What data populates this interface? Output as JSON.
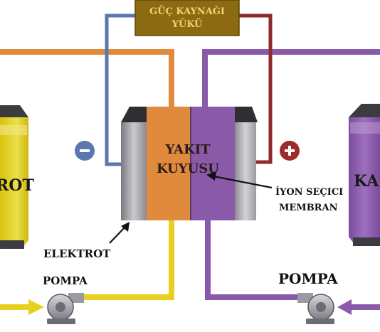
{
  "power_supply": {
    "label_line1": "GÜÇ KAYNAĞI",
    "label_line2": "YÜKÜ"
  },
  "terminals": {
    "negative_symbol": "−",
    "positive_symbol": "+"
  },
  "cell": {
    "label_line1": "YAKIT",
    "label_line2": "KUYUSU"
  },
  "membrane_label": {
    "line1": "İYON SEÇICI",
    "line2": "MEMBRAN"
  },
  "electrode_label": "ELEKTROT",
  "pump_left_label": "POMPA",
  "pump_right_label": "POMPA",
  "tank_left_label": "ROT",
  "tank_right_label": "KA",
  "colors": {
    "anolyte": "#e8d020",
    "catholyte": "#8a5aa8",
    "orange_line": "#e08a3c",
    "power_box": "#8c6a12",
    "power_text": "#f4d36a",
    "negative": "#5b77b0",
    "positive": "#9e2c2c"
  },
  "icons": [
    "minus-icon",
    "plus-icon",
    "pump-icon",
    "arrow-icon"
  ]
}
